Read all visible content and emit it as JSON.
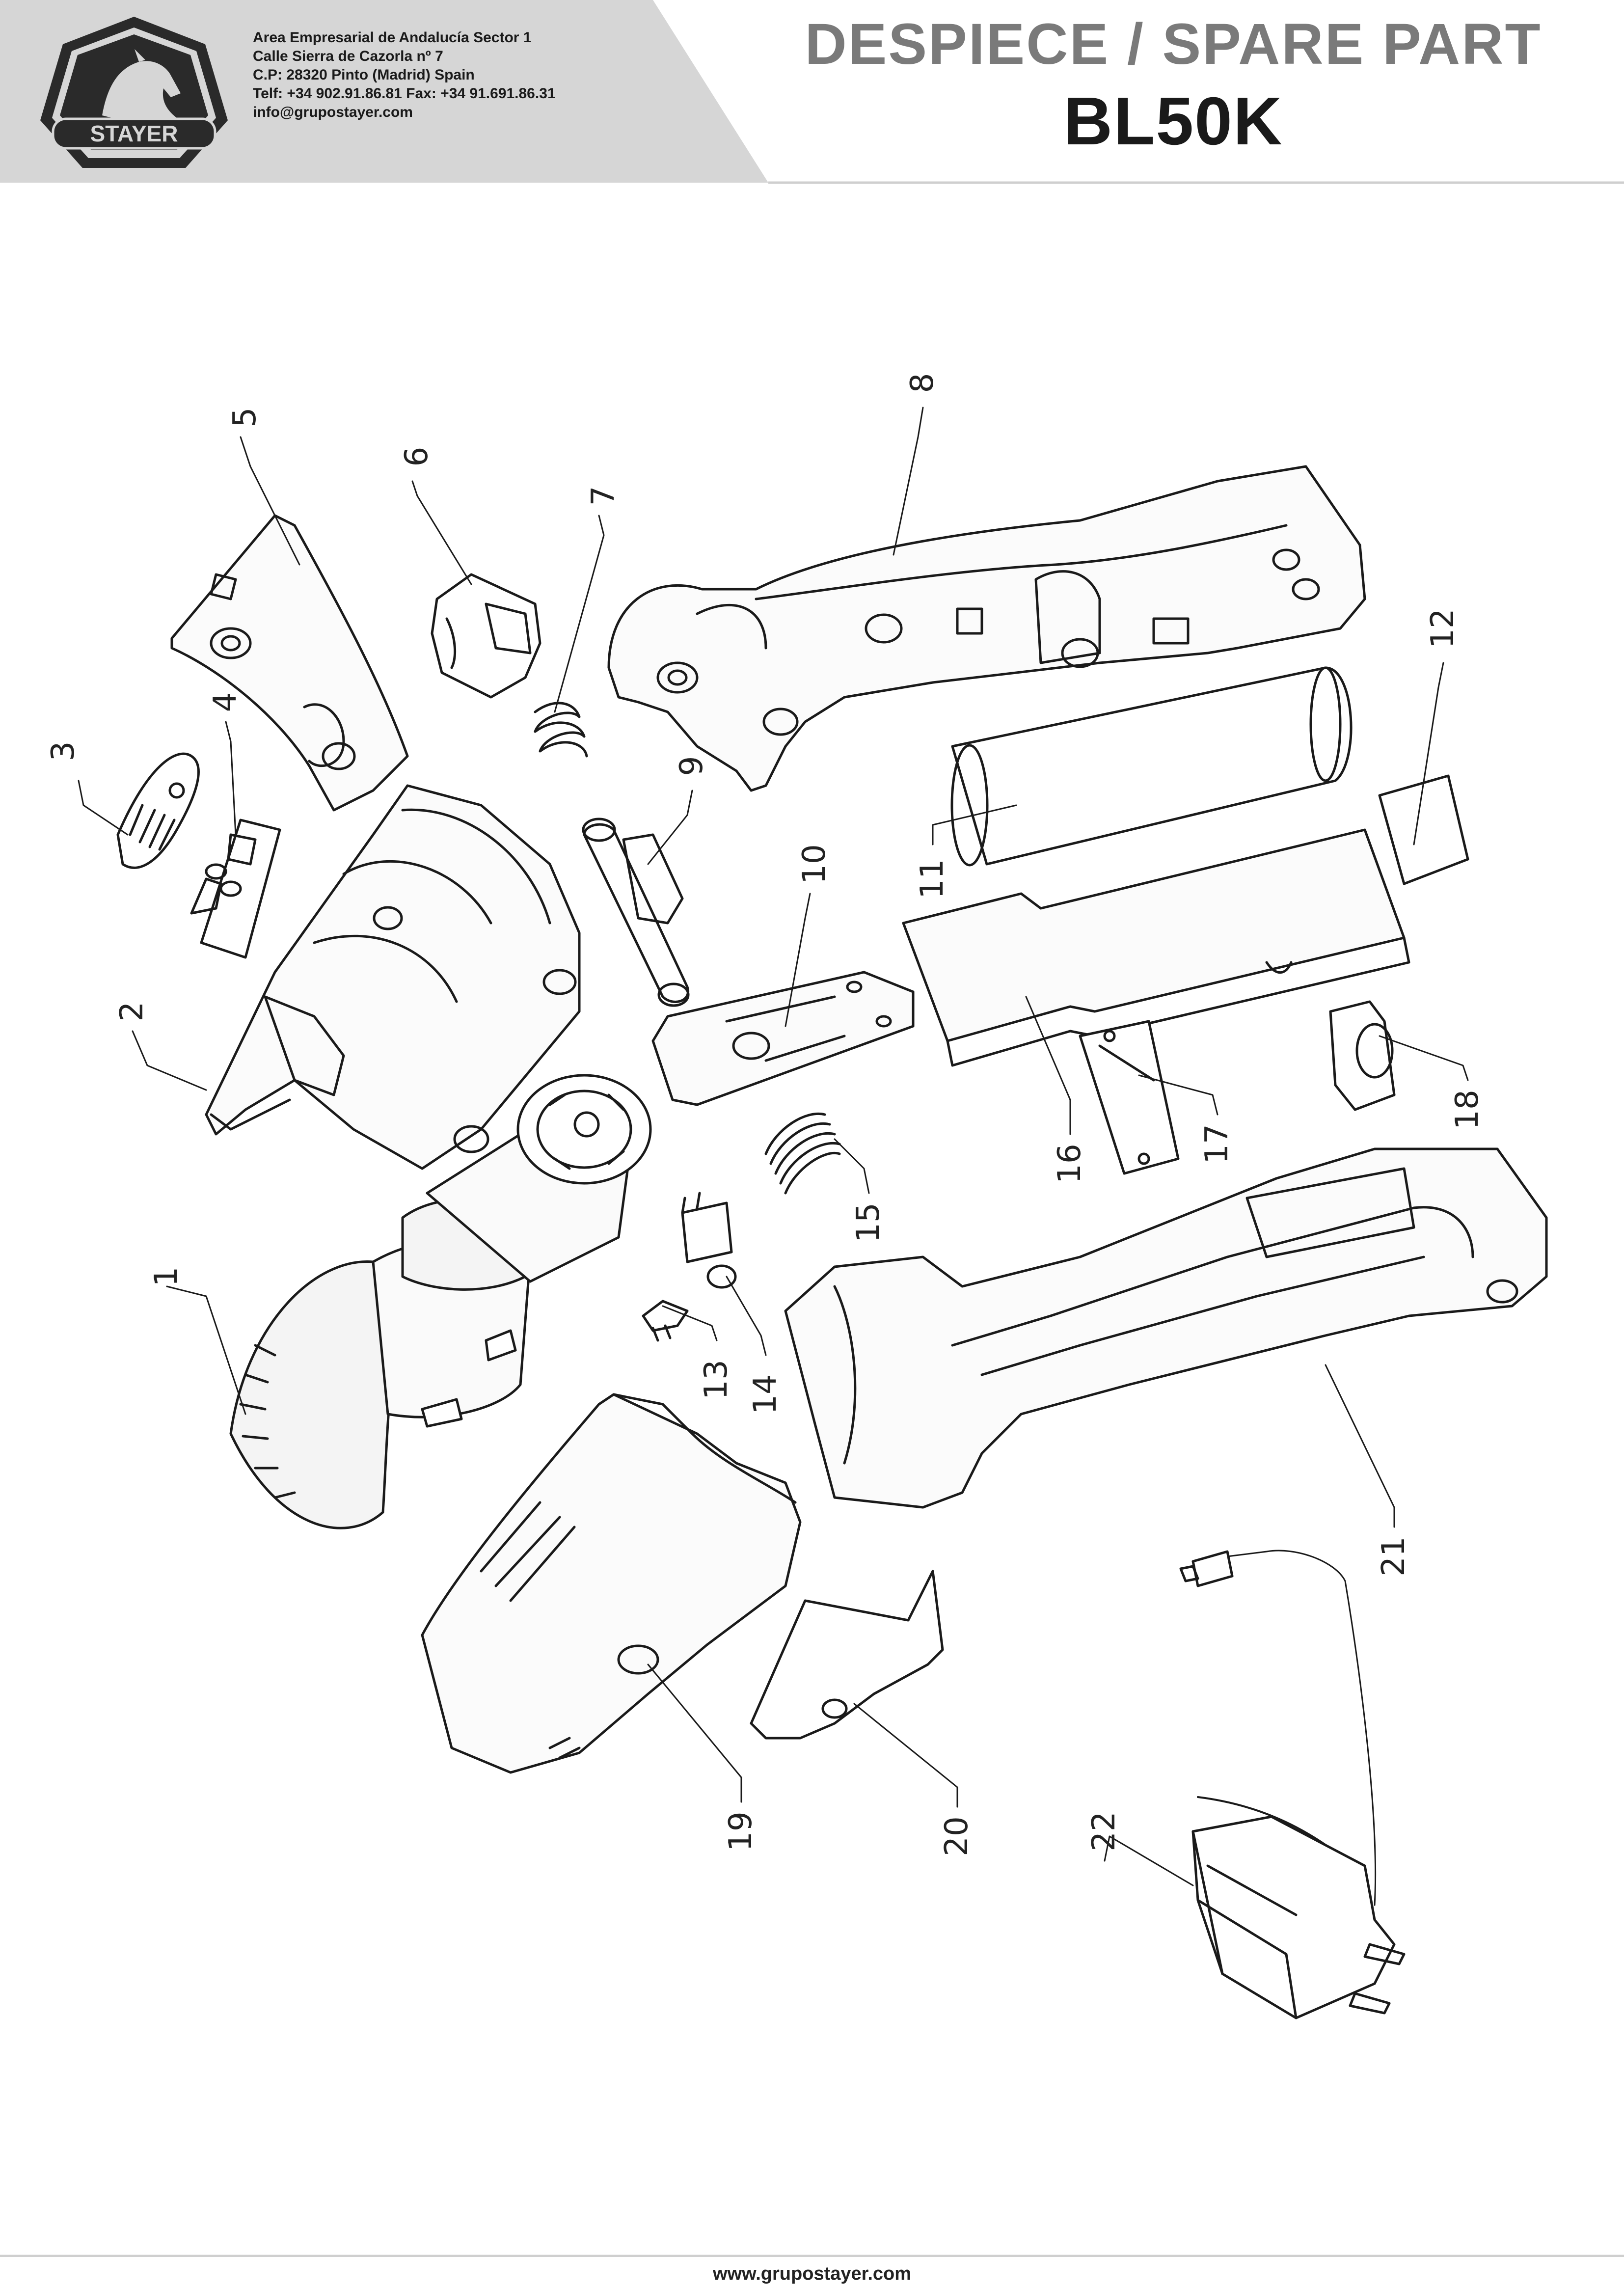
{
  "header": {
    "brand": "STAYER",
    "company_lines": [
      "Area Empresarial de Andalucía Sector 1",
      "Calle Sierra de Cazorla nº 7",
      "C.P: 28320 Pinto (Madrid) Spain",
      "Telf: +34 902.91.86.81 Fax: +34 91.691.86.31",
      "info@grupostayer.com"
    ],
    "title": "DESPIECE / SPARE PART",
    "model": "BL50K"
  },
  "callouts": [
    "1",
    "2",
    "3",
    "4",
    "5",
    "6",
    "7",
    "8",
    "9",
    "10",
    "11",
    "12",
    "13",
    "14",
    "15",
    "16",
    "17",
    "18",
    "19",
    "20",
    "21",
    "22"
  ],
  "parts": [
    {
      "number": "1",
      "icon": "motor-gearbox-chuck"
    },
    {
      "number": "2",
      "icon": "housing-half-cover"
    },
    {
      "number": "3",
      "icon": "battery-indicator-cap"
    },
    {
      "number": "4",
      "icon": "indicator-pcb"
    },
    {
      "number": "5",
      "icon": "rear-cover"
    },
    {
      "number": "6",
      "icon": "forward-reverse-switch"
    },
    {
      "number": "7",
      "icon": "spring"
    },
    {
      "number": "8",
      "icon": "housing-half"
    },
    {
      "number": "9",
      "icon": "pivot-lock"
    },
    {
      "number": "10",
      "icon": "pivot-plate"
    },
    {
      "number": "11",
      "icon": "battery-cell"
    },
    {
      "number": "12",
      "icon": "insulation-pad"
    },
    {
      "number": "13",
      "icon": "led"
    },
    {
      "number": "14",
      "icon": "charging-socket"
    },
    {
      "number": "15",
      "icon": "spring"
    },
    {
      "number": "16",
      "icon": "battery-holder"
    },
    {
      "number": "17",
      "icon": "switch-pcb"
    },
    {
      "number": "18",
      "icon": "trigger-switch"
    },
    {
      "number": "19",
      "icon": "front-housing"
    },
    {
      "number": "20",
      "icon": "trigger-cover"
    },
    {
      "number": "21",
      "icon": "handle-housing"
    },
    {
      "number": "22",
      "icon": "charger"
    }
  ],
  "footer": {
    "url": "www.grupostayer.com"
  }
}
